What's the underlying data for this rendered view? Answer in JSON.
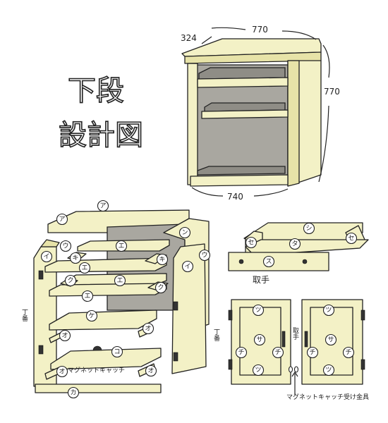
{
  "title": {
    "line1": "下段",
    "line2": "設計図"
  },
  "dimensions": {
    "depth": "324",
    "width_top": "770",
    "height": "770",
    "width_bottom": "740"
  },
  "part_labels": {
    "a": "ア",
    "i": "イ",
    "u": "ウ",
    "e": "エ",
    "ki": "キ",
    "ku": "ク",
    "ke": "ケ",
    "ko": "コ",
    "o": "オ",
    "ka": "カ",
    "n": "ン",
    "shi": "シ",
    "se": "セ",
    "ta": "タ",
    "su": "ス",
    "tsu": "ツ",
    "sa": "サ",
    "chi": "チ"
  },
  "notes": {
    "hinge_left": "丁番",
    "hinge_right": "丁番",
    "magnet_catch": "マグネットキャッチ",
    "handle_caption": "取手",
    "handle_vertical": "取手",
    "magnet_catch_plate": "マグネットキャッチ受け金具"
  },
  "colors": {
    "wood": "#f3f1c6",
    "wood_dark": "#e7e3a8",
    "interior": "#a9a7a0",
    "interior_dark": "#8f8d86",
    "outline": "#222222"
  }
}
